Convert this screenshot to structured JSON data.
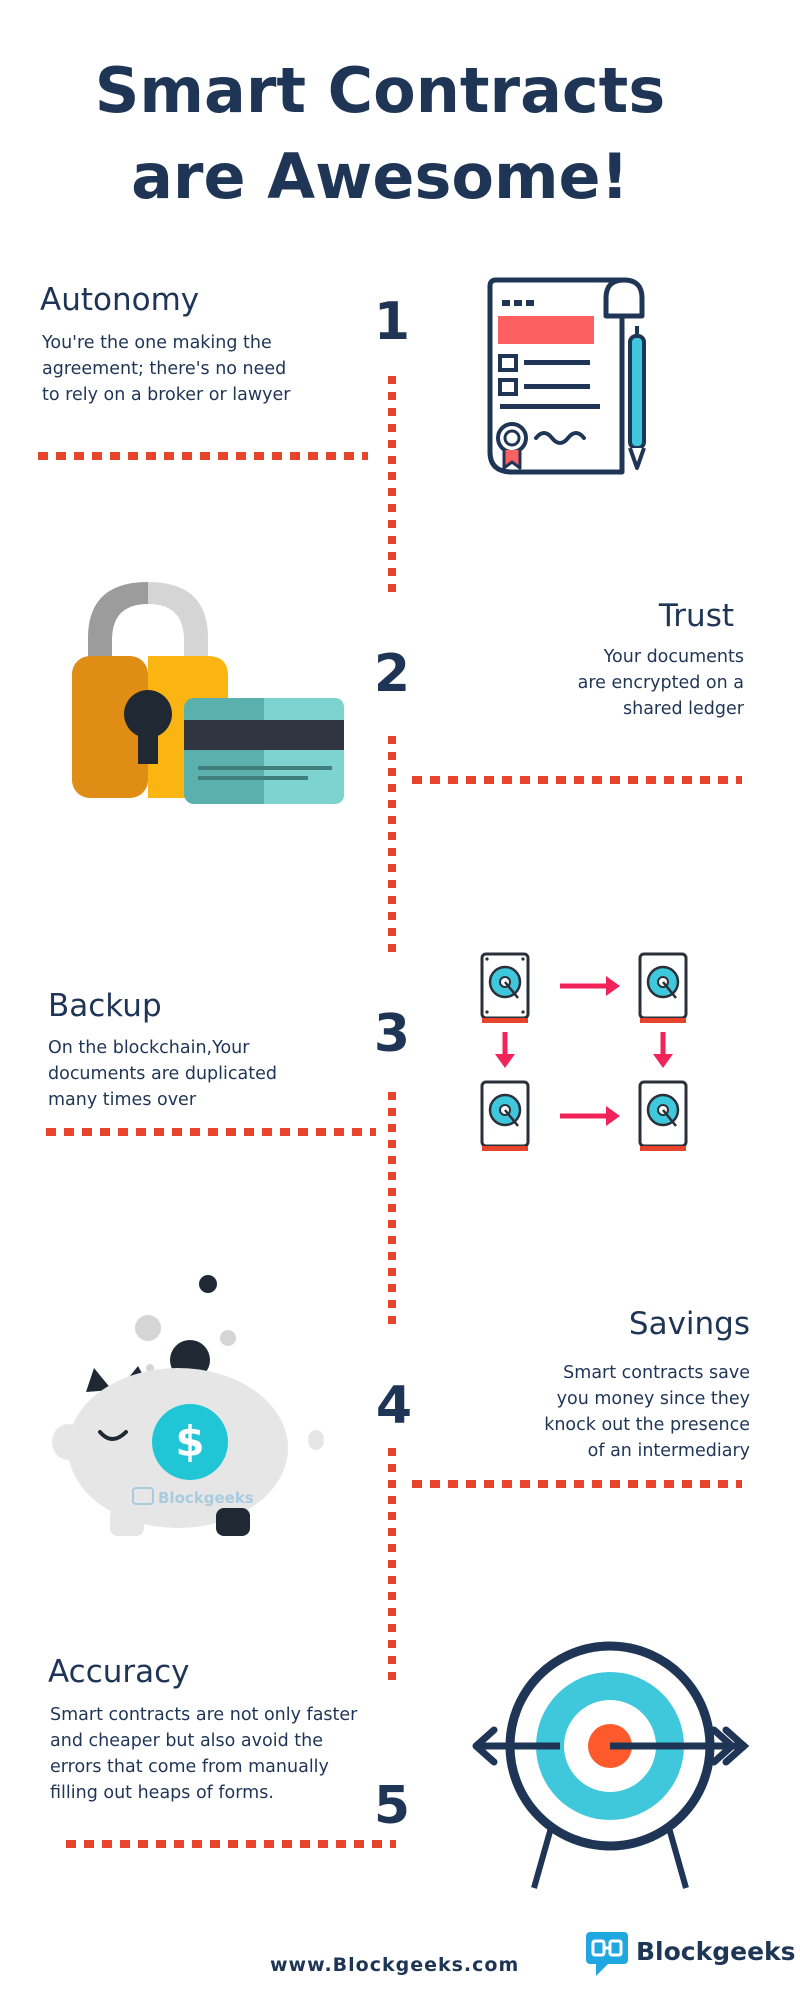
{
  "title": {
    "line1": "Smart Contracts",
    "line2": "are Awesome!"
  },
  "sections": [
    {
      "number": "1",
      "heading": "Autonomy",
      "lines": [
        "You're the one making the",
        "agreement; there's no need",
        "to rely on a broker or lawyer"
      ],
      "icon": "contract-document-pen-icon"
    },
    {
      "number": "2",
      "heading": "Trust",
      "lines": [
        "Your documents",
        "are encrypted on a",
        "shared ledger"
      ],
      "icon": "padlock-card-icon"
    },
    {
      "number": "3",
      "heading": "Backup",
      "lines": [
        "On the blockchain,Your",
        "documents are duplicated",
        "many times over"
      ],
      "icon": "hard-drive-duplication-icon"
    },
    {
      "number": "4",
      "heading": "Savings",
      "lines": [
        "Smart contracts save",
        "you money since they",
        "knock out the presence",
        "of an intermediary"
      ],
      "icon": "piggy-bank-dollar-icon"
    },
    {
      "number": "5",
      "heading": "Accuracy",
      "lines": [
        "Smart contracts are not only faster",
        "and cheaper but also avoid the",
        "errors that come from manually",
        "filling out heaps of forms."
      ],
      "icon": "target-arrow-icon"
    }
  ],
  "watermark": "Blockgeeks",
  "footer": {
    "url": "www.Blockgeeks.com",
    "brand": "Blockgeeks"
  },
  "colors": {
    "navy": "#1f3556",
    "accent": "#e8442c",
    "cyan": "#3fc8dc",
    "pink": "#f0245a",
    "coral": "#fd6060"
  }
}
